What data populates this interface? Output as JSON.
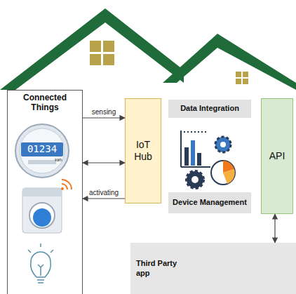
{
  "diagram": {
    "nodes": [
      {
        "text": [
          "Connected Things"
        ]
      },
      {
        "text": [
          "IoT Hub"
        ]
      },
      {
        "text": [
          "Data Integration"
        ]
      },
      {
        "text": [
          "Device Management"
        ]
      },
      {
        "text": [
          "API"
        ]
      },
      {
        "text": [
          "Third Party app"
        ]
      }
    ],
    "edges": [
      {
        "from": 0,
        "to": 1,
        "label": "sensing",
        "arrow": "to"
      },
      {
        "from": 0,
        "to": 1,
        "arrow": "both"
      },
      {
        "from": 1,
        "to": 0,
        "label": "activating",
        "arrow": "to"
      },
      {
        "from": 4,
        "to": 5,
        "arrow": "both"
      }
    ],
    "labels": [
      "01234",
      "kWh"
    ]
  }
}
